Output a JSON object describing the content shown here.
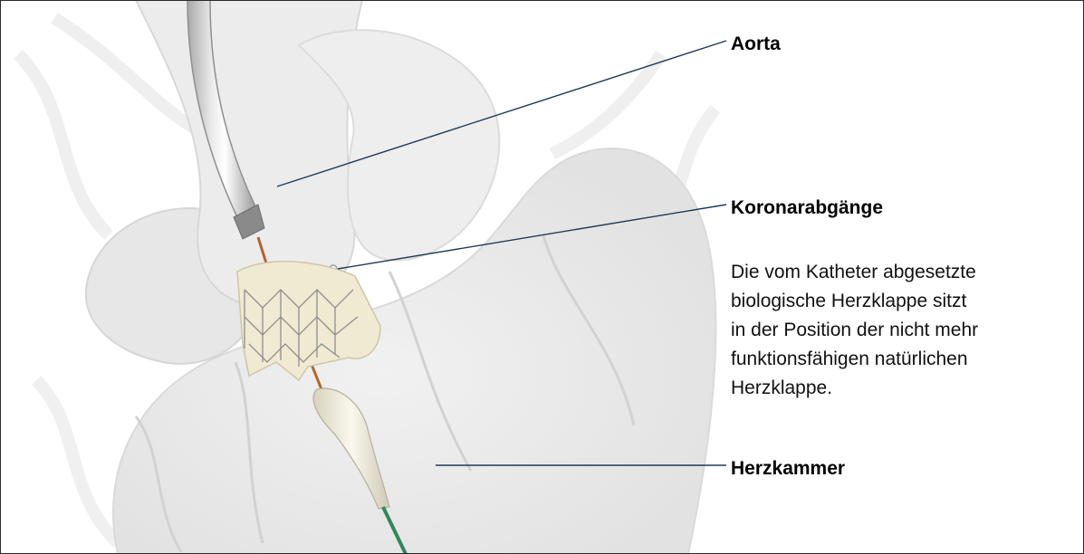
{
  "labels": {
    "aorta": "Aorta",
    "koronarabgaenge": "Koronarabgänge",
    "herzkammer": "Herzkammer"
  },
  "description_lines": [
    "Die vom Katheter abgesetzte",
    "biologische Herzklappe sitzt",
    "in der Position der nicht mehr",
    "funktionsfähigen natürlichen",
    "Herzklappe."
  ],
  "colors": {
    "leader_line": "#1f3a5a",
    "label_text": "#000000",
    "frame": "#2a2a2a",
    "heart_tissue": "#e9e9e9",
    "catheter_sheath": "#c9c9c9",
    "valve_stent": "#f0ead2",
    "guidewire_tip": "#2e8a57"
  }
}
